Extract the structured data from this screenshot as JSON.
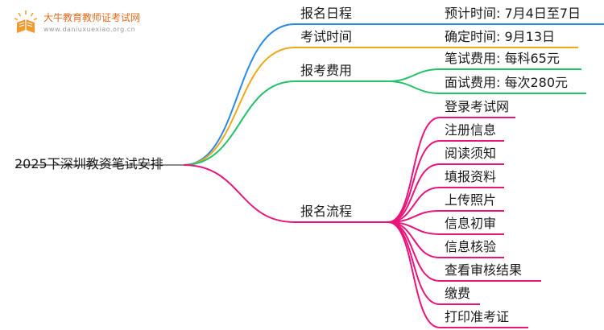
{
  "logo": {
    "name": "大牛教育教师证考试网",
    "url": "www.daniuxuexiao.org.cn"
  },
  "root": {
    "label": "2025下深圳教资笔试安排"
  },
  "branches": [
    {
      "label": "报名日程",
      "color": "#2b8ae5",
      "children": [
        "预计时间: 7月4日至7日"
      ]
    },
    {
      "label": "考试时间",
      "color": "#f0a818",
      "children": [
        "确定时间: 9月13日"
      ]
    },
    {
      "label": "报考费用",
      "color": "#25c06a",
      "children": [
        "笔试费用: 每科65元",
        "面试费用: 每次280元"
      ]
    },
    {
      "label": "报名流程",
      "color": "#e8157a",
      "children": [
        "登录考试网",
        "注册信息",
        "阅读须知",
        "填报资料",
        "上传照片",
        "信息初审",
        "信息核验",
        "查看审核结果",
        "缴费",
        "打印准考证"
      ]
    }
  ]
}
